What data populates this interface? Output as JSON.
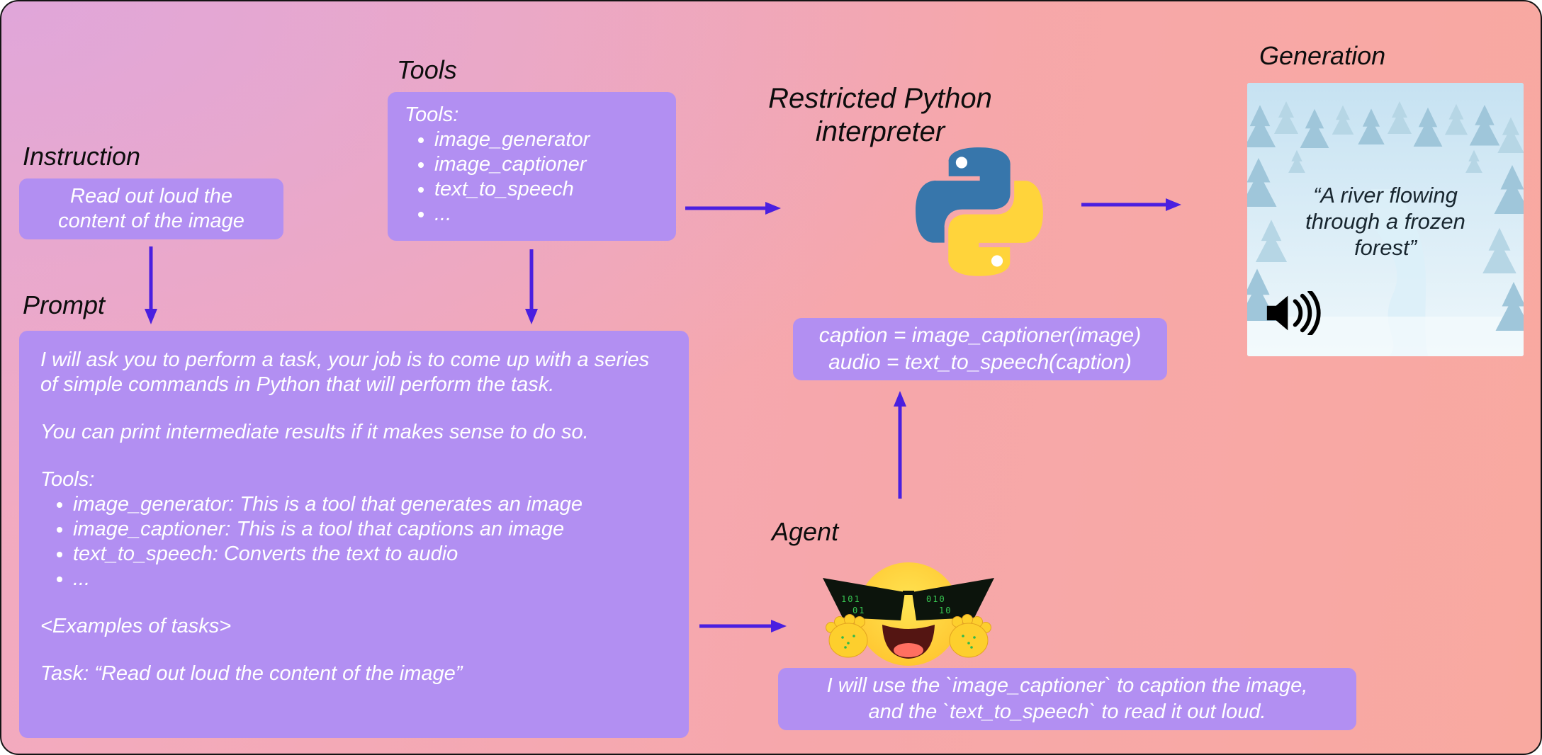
{
  "colors": {
    "box_purple": "#b28ff2",
    "arrow": "#4a1fe0",
    "python_blue": "#3776ab",
    "python_yellow": "#ffd43b"
  },
  "labels": {
    "instruction": "Instruction",
    "tools": "Tools",
    "interpreter": "Restricted Python\ninterpreter",
    "generation": "Generation",
    "prompt": "Prompt",
    "agent": "Agent"
  },
  "instruction_box": {
    "text": "Read out loud the\ncontent of the image"
  },
  "tools_box": {
    "title": "Tools:",
    "items": [
      "image_generator",
      "image_captioner",
      "text_to_speech",
      "..."
    ]
  },
  "prompt_box": {
    "para1": "I will ask you to perform a task, your job is to come up with a series of simple commands in Python that will perform the task.",
    "para2": "You can print intermediate results if it makes sense to do so.",
    "tools_title": "Tools:",
    "tools": [
      "image_generator: This is a tool that generates an image",
      "image_captioner: This is a tool that captions an image",
      "text_to_speech: Converts the text to audio",
      "..."
    ],
    "examples": "<Examples of tasks>",
    "task": "Task: “Read out loud the content of the image”"
  },
  "code_box": {
    "line1": "caption = image_captioner(image)",
    "line2": "audio = text_to_speech(caption)"
  },
  "agent_box": {
    "text": "I will use the `image_captioner` to caption the image,\nand the `text_to_speech` to read it out loud."
  },
  "generation": {
    "caption": "“A river flowing\nthrough a frozen\nforest”"
  }
}
